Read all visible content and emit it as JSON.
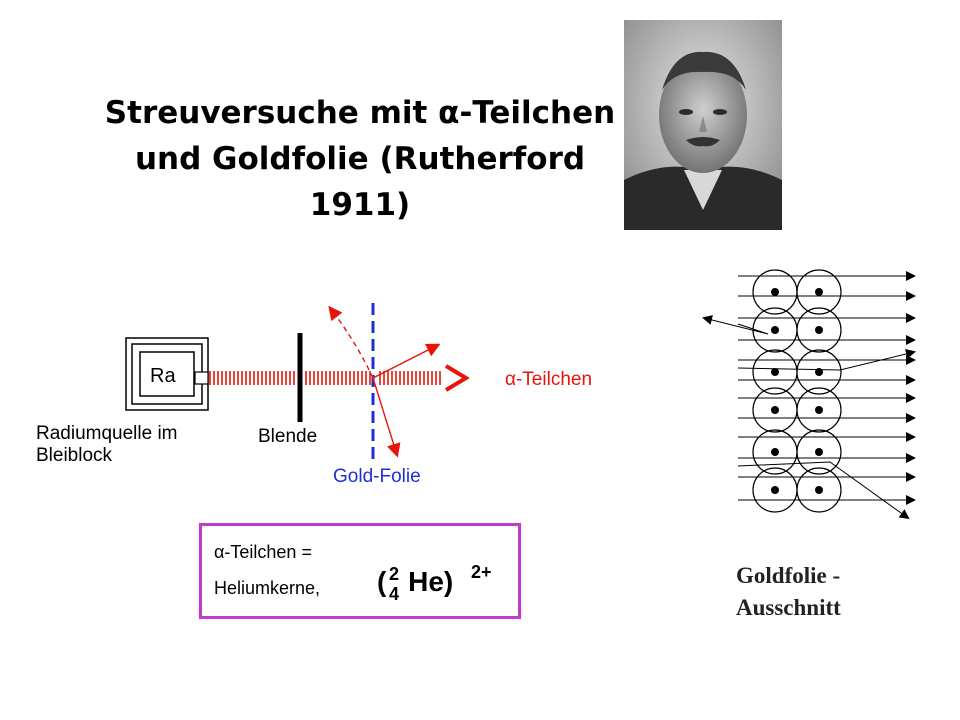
{
  "title": {
    "line1": "Streuversuche mit α-Teilchen",
    "line2": "und Goldfolie (Rutherford",
    "line3": "1911)"
  },
  "diagram": {
    "source_box_label": "Ra",
    "source_caption_line1": "Radiumquelle im",
    "source_caption_line2": "Bleiblock",
    "aperture_label": "Blende",
    "foil_label": "Gold-Folie",
    "beam_label": "α-Teilchen"
  },
  "info": {
    "line1": "α-Teilchen =",
    "line2": "Heliumkerne,",
    "formula_open": "(",
    "formula_mass": "2",
    "formula_charge_number": "4",
    "formula_element": "He)",
    "formula_charge": "2+"
  },
  "foil_section": {
    "caption_line1": "Goldfolie -",
    "caption_line2": "Ausschnitt"
  },
  "colors": {
    "foil_blue": "#1f2fd6",
    "beam_red": "#e8140a",
    "box_magenta": "#c43ad1"
  }
}
